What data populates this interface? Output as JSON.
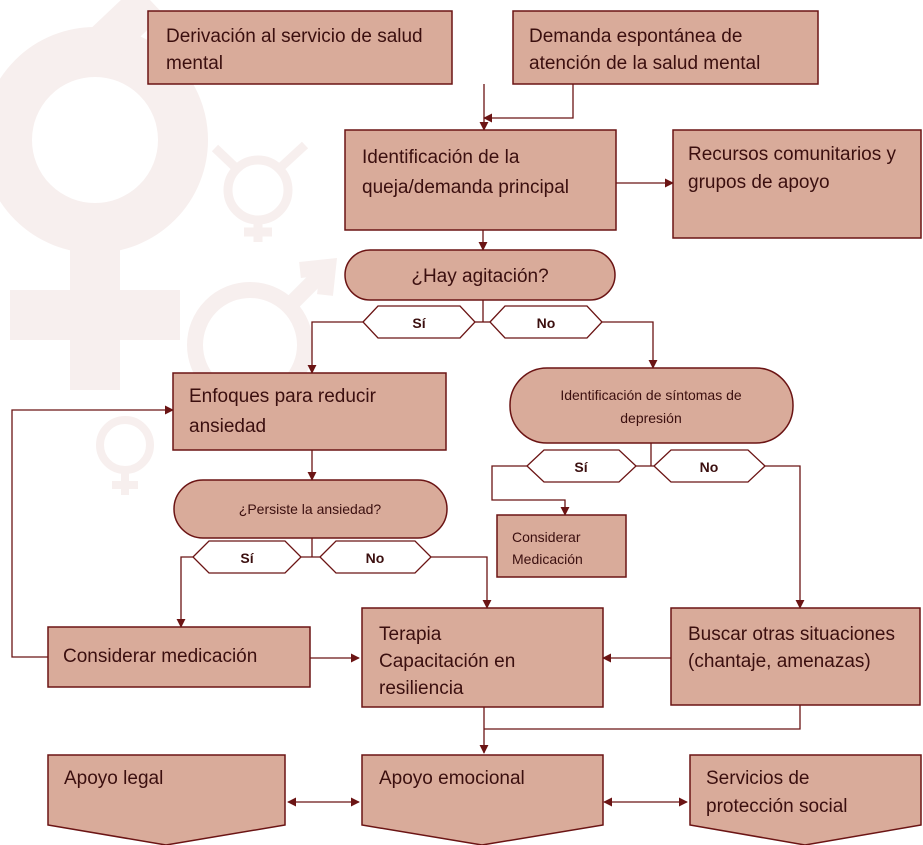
{
  "nodes": {
    "derivacion": [
      "Derivación al servicio de salud",
      "mental"
    ],
    "demanda": [
      "Demanda espontánea de",
      "atención de la salud mental"
    ],
    "identificacion": [
      "Identificación de la",
      "queja/demanda principal"
    ],
    "recursos": [
      "Recursos comunitarios y",
      "grupos de apoyo"
    ],
    "agitacion": "¿Hay agitación?",
    "enfoques": [
      "Enfoques para reducir",
      "ansiedad"
    ],
    "sintomas": [
      "Identificación de síntomas de",
      "depresión"
    ],
    "persiste": "¿Persiste la ansiedad?",
    "considerar_med_small": [
      "Considerar",
      "Medicación"
    ],
    "considerar_med": "Considerar medicación",
    "terapia": [
      "Terapia",
      "Capacitación en",
      "resiliencia"
    ],
    "buscar": [
      "Buscar otras situaciones",
      "(chantaje, amenazas)"
    ],
    "apoyo_legal": "Apoyo legal",
    "apoyo_emocional": "Apoyo emocional",
    "servicios": [
      "Servicios de",
      "protección social"
    ]
  },
  "answers": {
    "yes": "Sí",
    "no": "No"
  },
  "colors": {
    "fill": "#d9ab9a",
    "stroke": "#6b1414",
    "text": "#3b0f0f",
    "watermark": "#f7efee"
  }
}
